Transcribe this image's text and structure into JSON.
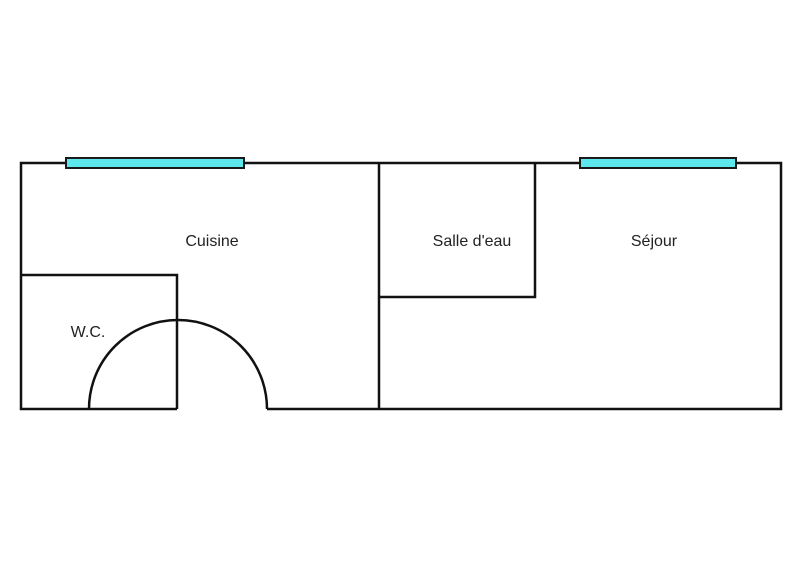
{
  "plan": {
    "rooms": [
      {
        "name": "Cuisine"
      },
      {
        "name": "W.C."
      },
      {
        "name": "Salle d'eau"
      },
      {
        "name": "Séjour"
      }
    ]
  },
  "colors": {
    "wall": "#111111",
    "window": "#5ce8ec",
    "background": "#ffffff"
  }
}
